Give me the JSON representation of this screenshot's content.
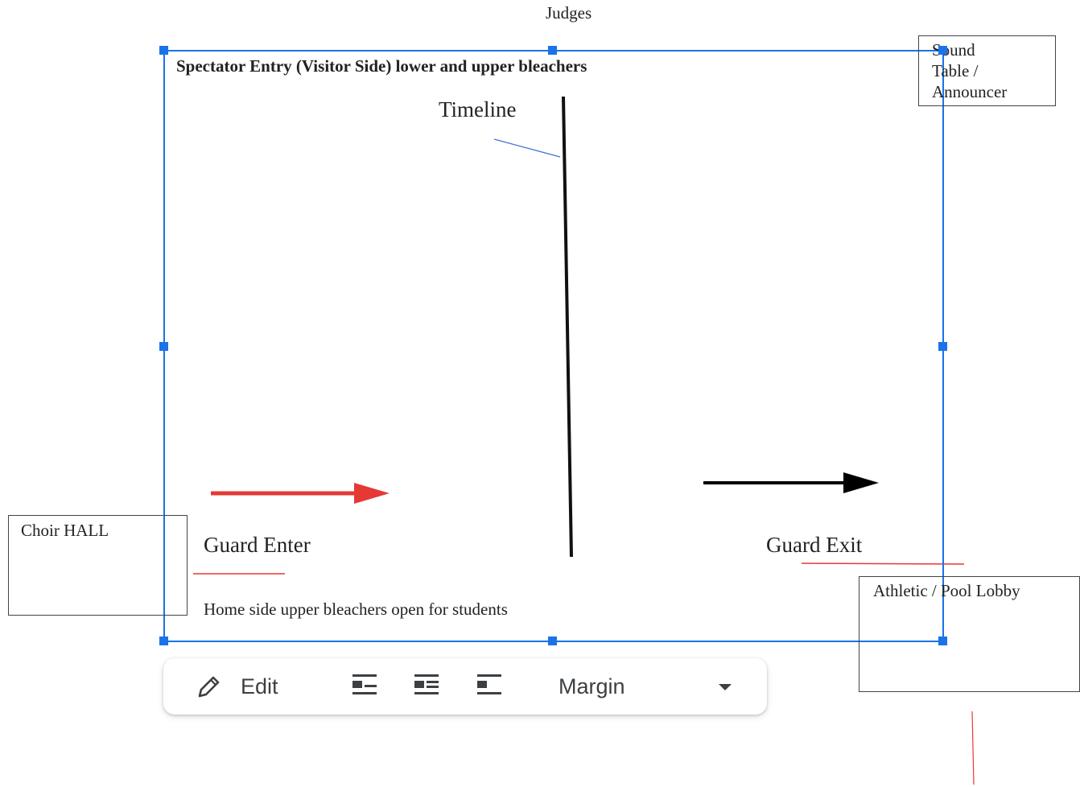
{
  "diagram": {
    "top_label": "Judges",
    "spectator_entry": "Spectator Entry (Visitor Side) lower and upper bleachers",
    "timeline_label": "Timeline",
    "guard_enter": "Guard Enter",
    "guard_exit": "Guard Exit",
    "home_side_note": "Home side upper bleachers open for students",
    "sound_table": {
      "line1": "Sound",
      "line2": "Table /",
      "line3": "Announcer"
    },
    "choir_hall": "Choir HALL",
    "athletic_lobby": "Athletic / Pool Lobby"
  },
  "toolbar": {
    "edit_label": "Edit",
    "wrap_inline_icon": "wrap-inline-icon",
    "wrap_text_icon": "wrap-text-icon",
    "break_text_icon": "break-text-icon",
    "margin_label": "Margin",
    "dropdown_icon": "chevron-down-icon"
  },
  "colors": {
    "selection_blue": "#1a73e8",
    "arrow_red": "#e53935",
    "arrow_black": "#000000"
  }
}
